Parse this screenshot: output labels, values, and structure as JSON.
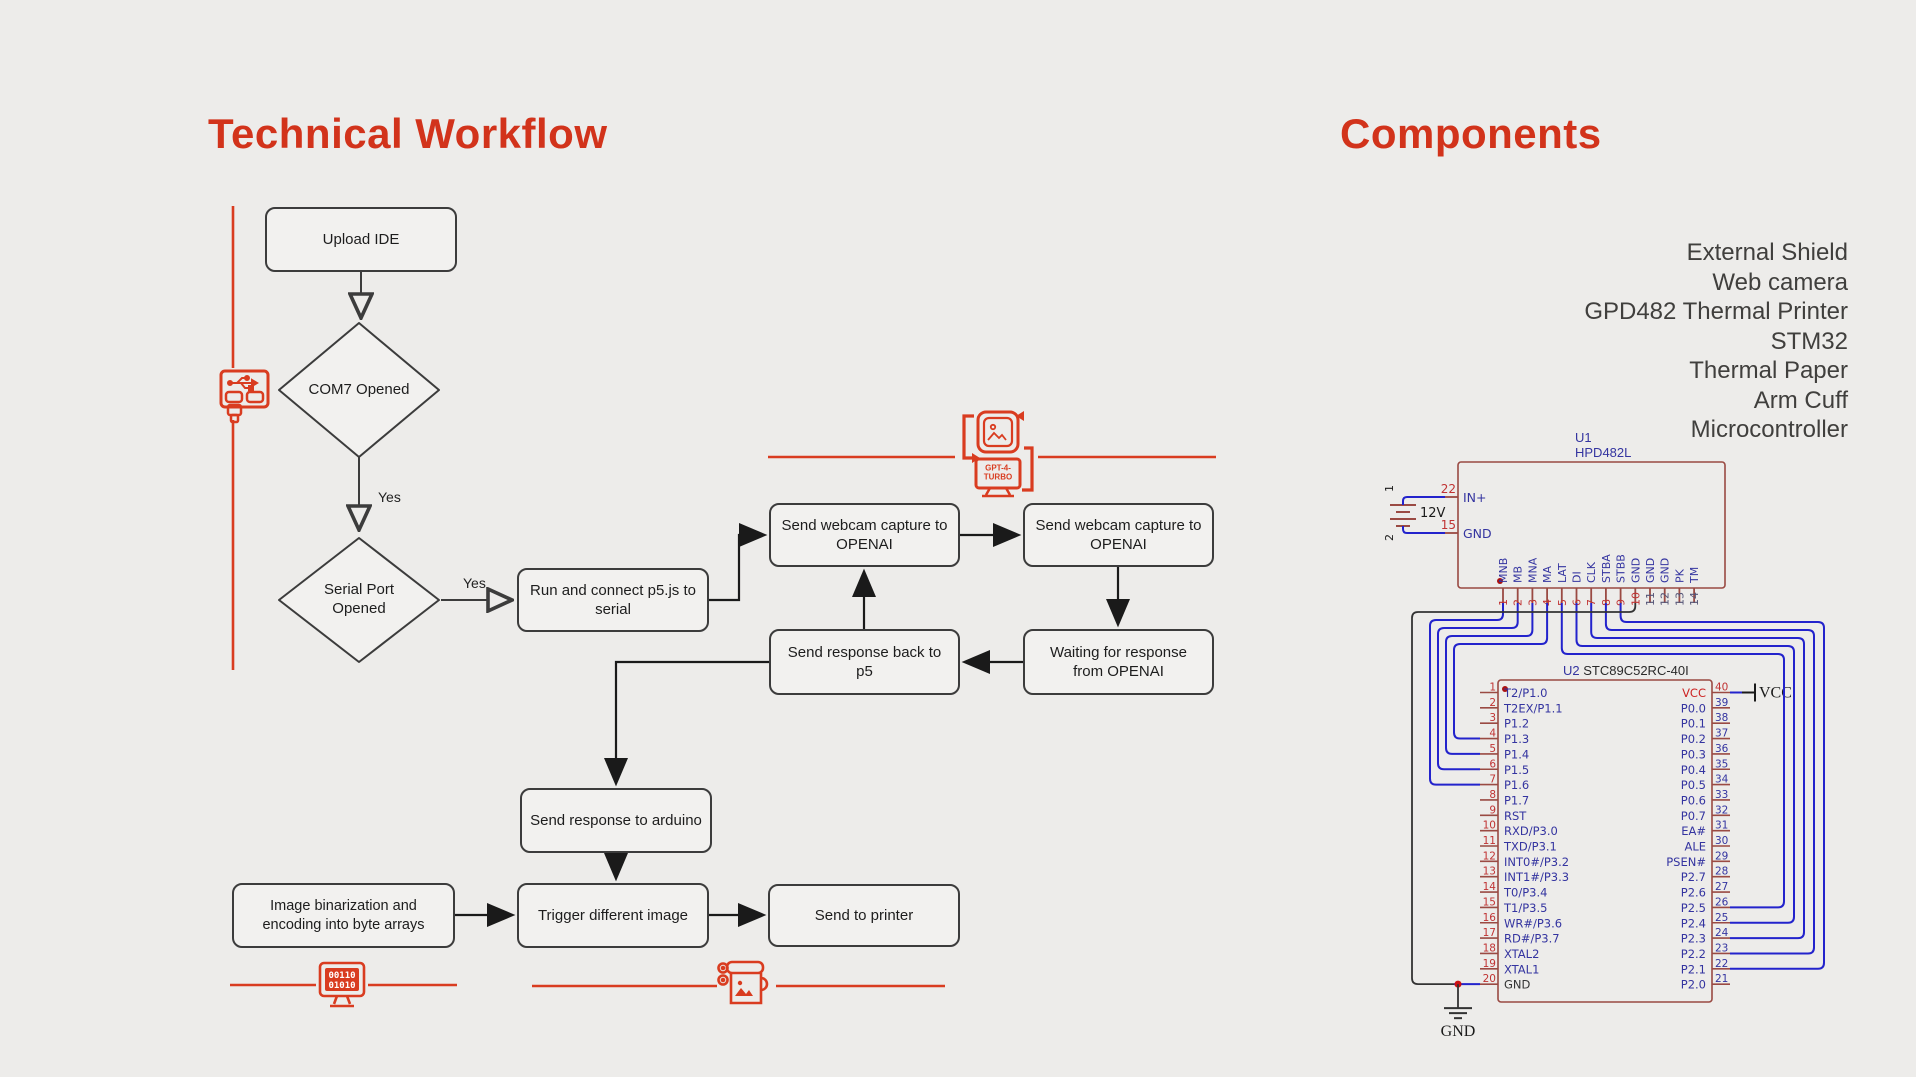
{
  "left": {
    "title": "Technical Workflow",
    "flow": {
      "upload_ide": "Upload IDE",
      "com7": "COM7 Opened",
      "yes1": "Yes",
      "serial_port": "Serial Port Opened",
      "yes2": "Yes",
      "run_connect": "Run and connect p5.js to serial",
      "send_webcam1": "Send webcam capture to OPENAI",
      "send_webcam2": "Send webcam capture to OPENAI",
      "waiting": "Waiting for response from OPENAI",
      "send_back_p5": "Send response back to p5",
      "send_arduino": "Send response to arduino",
      "img_binarization": "Image binarization and encoding into byte arrays",
      "trigger": "Trigger different image",
      "send_printer": "Send to printer"
    },
    "icon_texts": {
      "gpt_line1": "GPT-4-",
      "gpt_line2": "TURBO",
      "binary_line1": "00110",
      "binary_line2": "01010"
    }
  },
  "right": {
    "title": "Components",
    "items": [
      "External Shield",
      "Web camera",
      "GPD482 Thermal Printer",
      "STM32",
      "Thermal Paper",
      "Arm Cuff",
      "Microcontroller"
    ],
    "schematic": {
      "u1": {
        "ref": "U1",
        "part": "HPD482L",
        "left_pins": [
          {
            "num": "22",
            "label": "IN+"
          },
          {
            "num": "15",
            "label": "GND"
          }
        ],
        "bottom_pins": [
          {
            "num": "1",
            "label": "MNB"
          },
          {
            "num": "2",
            "label": "MB"
          },
          {
            "num": "3",
            "label": "MNA"
          },
          {
            "num": "4",
            "label": "MA"
          },
          {
            "num": "5",
            "label": "LAT"
          },
          {
            "num": "6",
            "label": "DI"
          },
          {
            "num": "7",
            "label": "CLK"
          },
          {
            "num": "8",
            "label": "STBA"
          },
          {
            "num": "9",
            "label": "STBB"
          },
          {
            "num": "10",
            "label": "GND"
          },
          {
            "num": "11",
            "label": "GND"
          },
          {
            "num": "12",
            "label": "GND"
          },
          {
            "num": "13",
            "label": "PK"
          },
          {
            "num": "14",
            "label": "TM"
          }
        ]
      },
      "battery": {
        "value": "12V",
        "pin_top": "1",
        "pin_bottom": "2"
      },
      "u2": {
        "ref": "U2",
        "part": "STC89C52RC-40I",
        "rows": [
          {
            "ln": "1",
            "ll": "T2/P1.0",
            "rl": "VCC",
            "rn": "40"
          },
          {
            "ln": "2",
            "ll": "T2EX/P1.1",
            "rl": "P0.0",
            "rn": "39"
          },
          {
            "ln": "3",
            "ll": "P1.2",
            "rl": "P0.1",
            "rn": "38"
          },
          {
            "ln": "4",
            "ll": "P1.3",
            "rl": "P0.2",
            "rn": "37"
          },
          {
            "ln": "5",
            "ll": "P1.4",
            "rl": "P0.3",
            "rn": "36"
          },
          {
            "ln": "6",
            "ll": "P1.5",
            "rl": "P0.4",
            "rn": "35"
          },
          {
            "ln": "7",
            "ll": "P1.6",
            "rl": "P0.5",
            "rn": "34"
          },
          {
            "ln": "8",
            "ll": "P1.7",
            "rl": "P0.6",
            "rn": "33"
          },
          {
            "ln": "9",
            "ll": "RST",
            "rl": "P0.7",
            "rn": "32"
          },
          {
            "ln": "10",
            "ll": "RXD/P3.0",
            "rl": "EA#",
            "rn": "31"
          },
          {
            "ln": "11",
            "ll": "TXD/P3.1",
            "rl": "ALE",
            "rn": "30"
          },
          {
            "ln": "12",
            "ll": "INT0#/P3.2",
            "rl": "PSEN#",
            "rn": "29"
          },
          {
            "ln": "13",
            "ll": "INT1#/P3.3",
            "rl": "P2.7",
            "rn": "28"
          },
          {
            "ln": "14",
            "ll": "T0/P3.4",
            "rl": "P2.6",
            "rn": "27"
          },
          {
            "ln": "15",
            "ll": "T1/P3.5",
            "rl": "P2.5",
            "rn": "26"
          },
          {
            "ln": "16",
            "ll": "WR#/P3.6",
            "rl": "P2.4",
            "rn": "25"
          },
          {
            "ln": "17",
            "ll": "RD#/P3.7",
            "rl": "P2.3",
            "rn": "24"
          },
          {
            "ln": "18",
            "ll": "XTAL2",
            "rl": "P2.2",
            "rn": "23"
          },
          {
            "ln": "19",
            "ll": "XTAL1",
            "rl": "P2.1",
            "rn": "22"
          },
          {
            "ln": "20",
            "ll": "GND",
            "rl": "P2.0",
            "rn": "21"
          }
        ]
      },
      "vcc_label": "VCC",
      "gnd_label": "GND"
    }
  },
  "colors": {
    "bg": "#edecea",
    "title_red": "#d2331b",
    "accent_red": "#d93c20",
    "chip_border": "#9a4a43",
    "navy": "#3434a0",
    "wire_blue": "#2323cc",
    "pin_red": "#c03333",
    "dark": "#3c3c3c"
  }
}
